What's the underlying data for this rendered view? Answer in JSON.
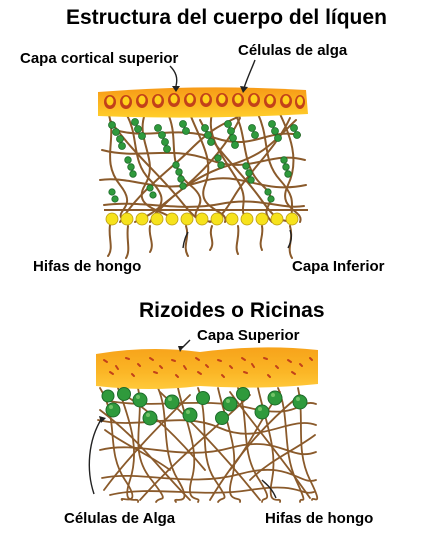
{
  "diagram1": {
    "title": "Estructura del cuerpo del líquen",
    "labels": {
      "upper_cortex": "Capa cortical superior",
      "algal_cells": "Células de alga",
      "fungal_hyphae": "Hifas de hongo",
      "lower_layer": "Capa Inferior"
    }
  },
  "diagram2": {
    "title": "Rizoides o Ricinas",
    "labels": {
      "upper_layer": "Capa Superior",
      "algal_cells": "Células de Alga",
      "fungal_hyphae": "Hifas de hongo"
    }
  },
  "colors": {
    "cortex_orange": "#f7a019",
    "cortex_yellow": "#ffd21c",
    "cortex_dots": "#c2411a",
    "hyphae_brown": "#8a5a2b",
    "algae_green": "#2f9a3c",
    "algae_dark": "#1d6b2a",
    "lower_yellow": "#f6e21c"
  }
}
